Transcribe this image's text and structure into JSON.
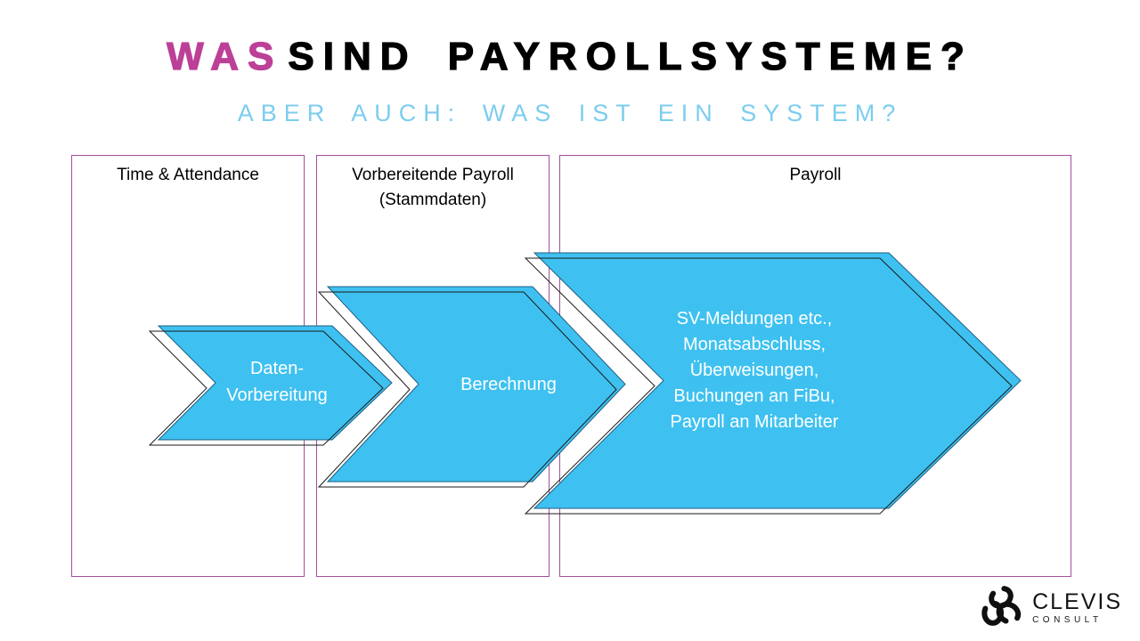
{
  "slide": {
    "title": {
      "highlight": "WAS",
      "rest": "SIND PAYROLLSYSTEME?"
    },
    "subtitle": "ABER AUCH: WAS IST EIN SYSTEM?"
  },
  "columns": [
    {
      "label": "Time & Attendance"
    },
    {
      "label": "Vorbereitende Payroll (Stammdaten)"
    },
    {
      "label": "Payroll"
    }
  ],
  "arrows": [
    {
      "lines": [
        "Daten-",
        "Vorbereitung"
      ]
    },
    {
      "lines": [
        "Berechnung"
      ]
    },
    {
      "lines": [
        "SV-Meldungen etc.,",
        "Monatsabschluss,",
        "Überweisungen,",
        "Buchungen an FiBu,",
        "Payroll an Mitarbeiter"
      ]
    }
  ],
  "logo": {
    "name": "CLEVIS",
    "subname": "CONSULT"
  },
  "colors": {
    "accent_magenta": "#BC4097",
    "subtitle_blue": "#7CCDEE",
    "arrow_blue": "#3EC1F0",
    "box_border": "#A14F9E",
    "outline_dark": "#1A1A1A",
    "arrow_text": "#FFFFFF"
  }
}
